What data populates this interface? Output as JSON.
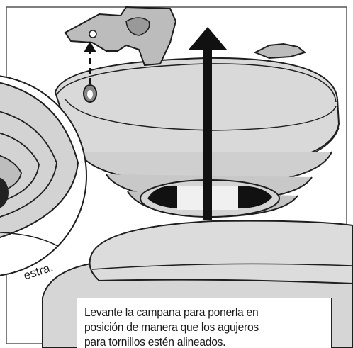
{
  "caption": {
    "lines": [
      "Levante la campana para ponerla en",
      "posición de manera que los agujeros",
      "para tornillos estén alineados."
    ]
  },
  "detail_fragment": "estra.",
  "colors": {
    "line": "#1e1e1e",
    "housing": "#d9d9d9",
    "housing_shadow": "#bfbfbf",
    "arrow": "#111111",
    "background": "#ffffff"
  },
  "icons": {
    "lift_direction": "arrow-up-icon",
    "alignment_guide": "dashed-arrow-up-icon"
  }
}
